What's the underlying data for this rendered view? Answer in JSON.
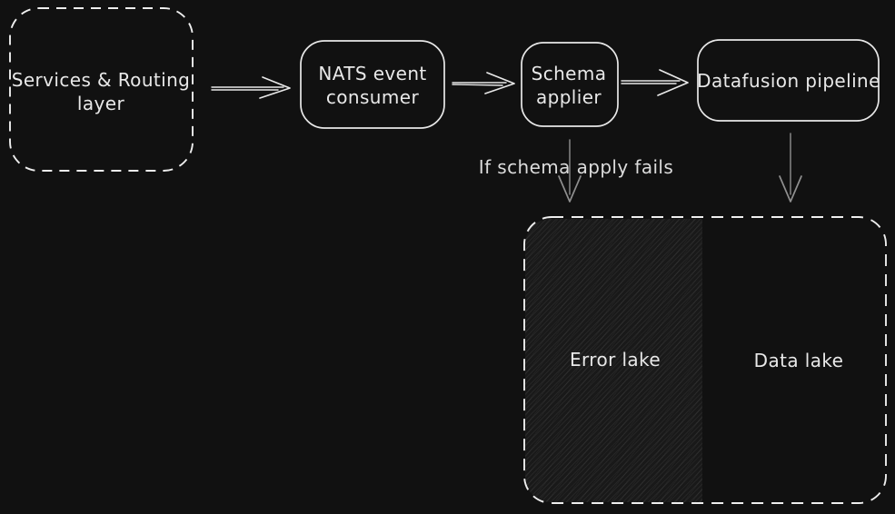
{
  "colors": {
    "background": "#111111",
    "stroke": "#e8e8e8",
    "dashed_stroke": "#eeeeee",
    "muted_arrow": "#8f8f8f",
    "hatch_base": "#191919"
  },
  "nodes": {
    "services_routing": {
      "lines": [
        "Services & Routing",
        "layer"
      ]
    },
    "nats_consumer": {
      "lines": [
        "NATS event",
        "consumer"
      ]
    },
    "schema_applier": {
      "lines": [
        "Schema",
        "applier"
      ]
    },
    "datafusion_pipeline": {
      "lines": [
        "Datafusion pipeline"
      ]
    },
    "error_lake": {
      "label": "Error lake"
    },
    "data_lake": {
      "label": "Data lake"
    }
  },
  "annotations": {
    "failure_condition": "If schema apply fails"
  }
}
